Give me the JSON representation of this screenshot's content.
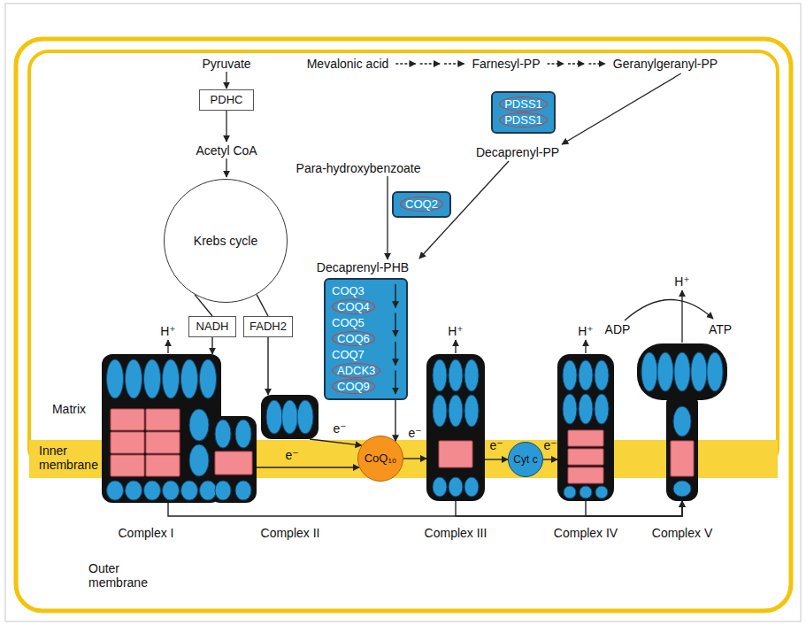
{
  "diagram": {
    "nodes": [
      {
        "text": [
          "PDHC"
        ]
      },
      {
        "text": [
          "PDSS1",
          "PDSS1"
        ]
      },
      {
        "text": [
          "COQ2"
        ]
      },
      {
        "text": [
          "Krebs cycle"
        ]
      },
      {
        "text": [
          "COQ3",
          "COQ4",
          "COQ5",
          "COQ6",
          "COQ7",
          "ADCK3",
          "COQ9"
        ]
      },
      {
        "text": [
          "NADH"
        ]
      },
      {
        "text": [
          "FADH2"
        ]
      },
      {
        "text": [
          "Complex I"
        ]
      },
      {
        "text": [
          "Complex II"
        ]
      },
      {
        "text": [
          "CoQ₁₀"
        ]
      },
      {
        "text": [
          "Complex III"
        ]
      },
      {
        "text": [
          "Cyt c"
        ]
      },
      {
        "text": [
          "Complex IV"
        ]
      },
      {
        "text": [
          "Complex V"
        ]
      }
    ],
    "edges": [
      {
        "from": 3,
        "to": 5,
        "arrow": "none"
      },
      {
        "from": 3,
        "to": 6,
        "arrow": "none"
      },
      {
        "from": 5,
        "to": 7,
        "arrow": "to"
      },
      {
        "from": 6,
        "to": 8,
        "arrow": "to"
      },
      {
        "from": 4,
        "to": 9,
        "arrow": "to"
      },
      {
        "from": 7,
        "to": 9,
        "label": "e⁻",
        "arrow": "to"
      },
      {
        "from": 8,
        "to": 9,
        "label": "e⁻",
        "arrow": "to"
      },
      {
        "from": 9,
        "to": 10,
        "label": "e⁻",
        "arrow": "to"
      },
      {
        "from": 10,
        "to": 11,
        "label": "e⁻",
        "arrow": "to"
      },
      {
        "from": 11,
        "to": 12,
        "label": "e⁻",
        "arrow": "to"
      },
      {
        "from": 7,
        "to": 13,
        "arrow": "to"
      },
      {
        "from": 10,
        "to": 13,
        "arrow": "to"
      },
      {
        "from": 12,
        "to": 13,
        "arrow": "to"
      }
    ],
    "labels": [
      "Pyruvate",
      "Mevalonic acid",
      "Farnesyl-PP",
      "Geranylgeranyl-PP",
      "Acetyl CoA",
      "Decaprenyl-PP",
      "Para-hydroxybenzoate",
      "Decaprenyl-PHB",
      "H⁺",
      "H⁺",
      "H⁺",
      "ADP",
      "H⁺",
      "ATP",
      "Matrix",
      "Inner membrane",
      "Outer membrane"
    ]
  }
}
